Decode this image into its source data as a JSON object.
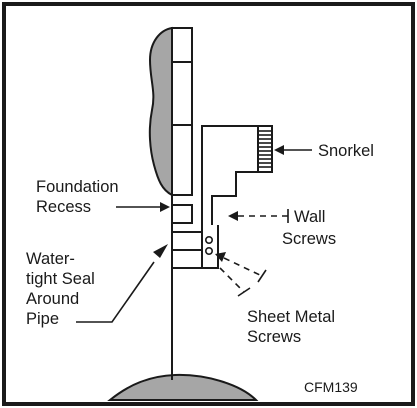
{
  "labels": {
    "snorkel": "Snorkel",
    "foundation_recess_1": "Foundation",
    "foundation_recess_2": "Recess",
    "wall_screws_1": "Wall",
    "wall_screws_2": "Screws",
    "seal_1": "Water-",
    "seal_2": "tight Seal",
    "seal_3": "Around",
    "seal_4": "Pipe",
    "sheet_metal_1": "Sheet Metal",
    "sheet_metal_2": "Screws",
    "figure_code": "CFM139"
  },
  "colors": {
    "line": "#1a1a1a",
    "foundation_fill": "#a6a6a6",
    "ground_fill": "#a6a6a6",
    "background": "#ffffff"
  }
}
